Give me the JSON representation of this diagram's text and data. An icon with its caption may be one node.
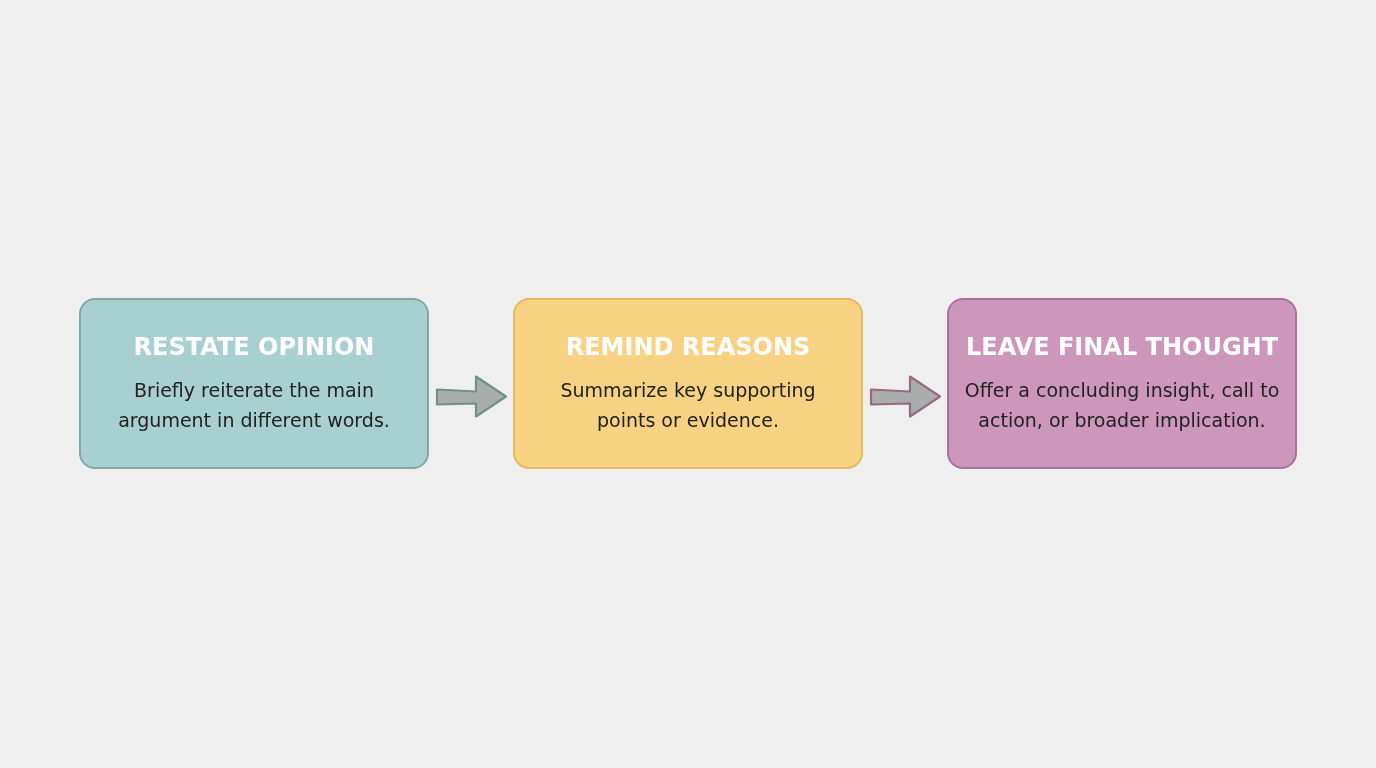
{
  "diagram": {
    "nodes": [
      {
        "text": [
          "RESTATE OPINION",
          "Briefly reiterate the main argument in different words."
        ]
      },
      {
        "text": [
          "REMIND REASONS",
          "Summarize key supporting points or evidence."
        ]
      },
      {
        "text": [
          "LEAVE FINAL THOUGHT",
          "Offer a concluding insight, call to action, or broader implication."
        ]
      }
    ],
    "edges": [
      {
        "from": 0,
        "to": 1,
        "arrow": "to",
        "color": "#708f8d"
      },
      {
        "from": 1,
        "to": 2,
        "arrow": "to",
        "color": "#946a85"
      }
    ]
  }
}
